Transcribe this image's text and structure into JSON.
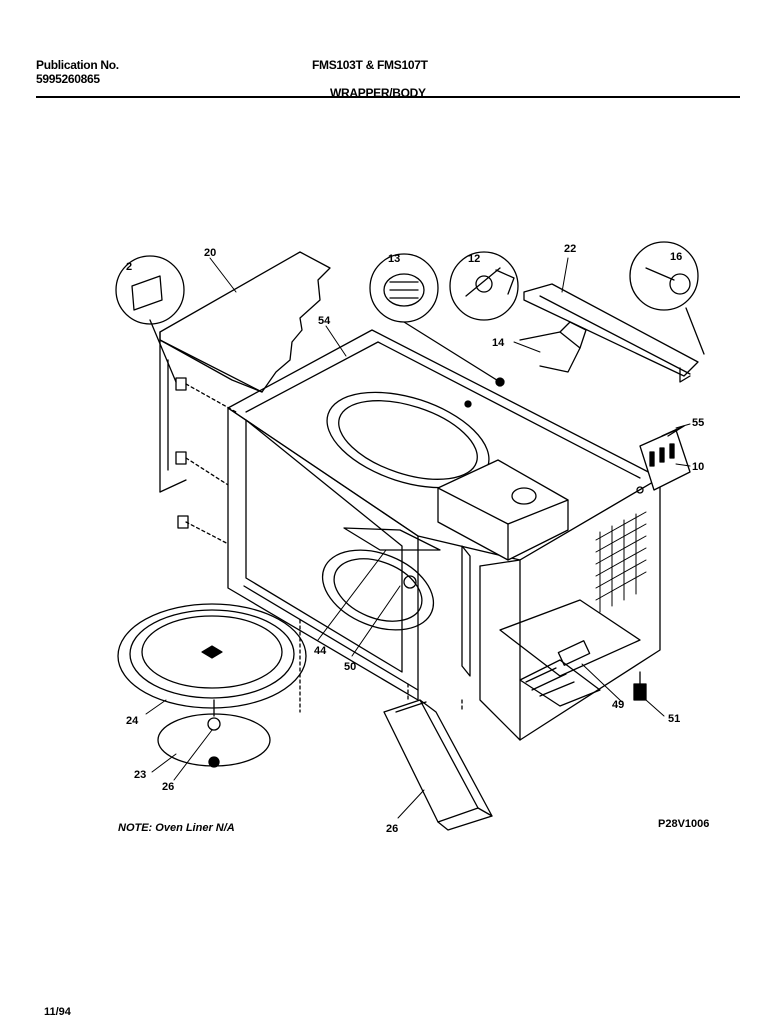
{
  "header": {
    "publication_label": "Publication No.",
    "publication_number": "5995260865",
    "models": "FMS103T & FMS107T",
    "section": "WRAPPER/BODY"
  },
  "callouts": {
    "p2": "2",
    "p20": "20",
    "p54": "54",
    "p13": "13",
    "p12": "12",
    "p22": "22",
    "p16": "16",
    "p14": "14",
    "p55": "55",
    "p10": "10",
    "p44": "44",
    "p50": "50",
    "p24": "24",
    "p23": "23",
    "p26a": "26",
    "p26b": "26",
    "p49": "49",
    "p51": "51"
  },
  "footer": {
    "note": "NOTE: Oven Liner N/A",
    "drawing_code": "P28V1006",
    "date": "11/94"
  }
}
